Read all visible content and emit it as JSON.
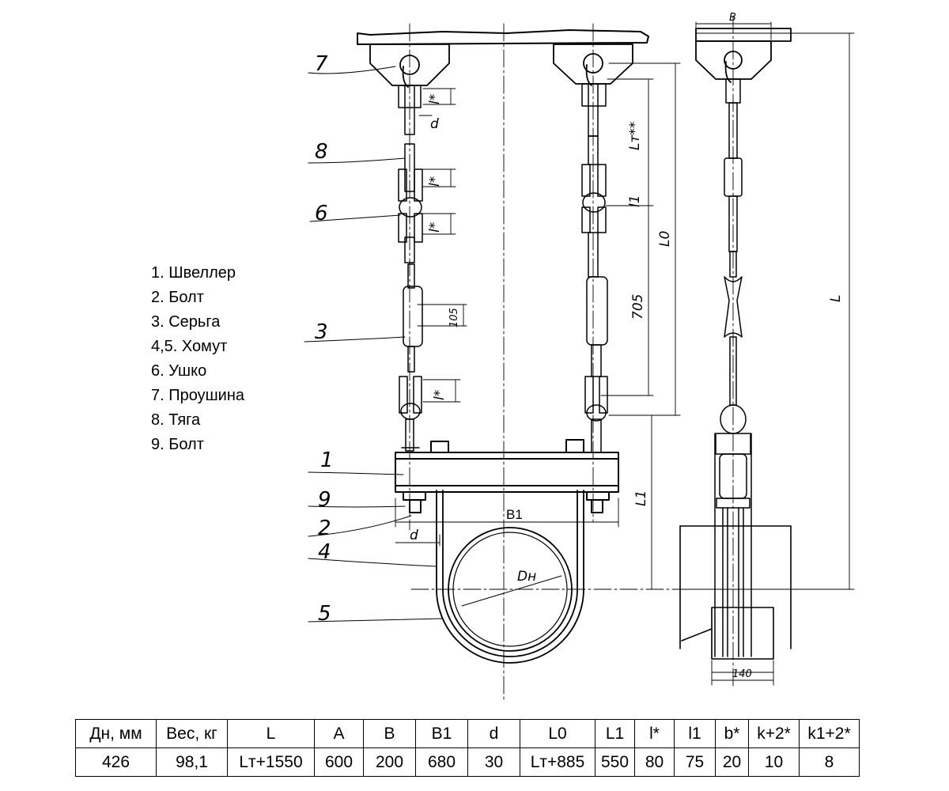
{
  "legend": [
    "1. Швеллер",
    "2. Болт",
    "3. Серьга",
    "4,5. Хомут",
    "6. Ушко",
    "7. Проушина",
    "8. Тяга",
    "9. Болт"
  ],
  "callouts": {
    "c1": "1",
    "c2": "2",
    "c3": "3",
    "c4": "4",
    "c5": "5",
    "c6": "6",
    "c7": "7",
    "c8": "8",
    "c9": "9"
  },
  "dims": {
    "l_star": "l*",
    "d": "d",
    "lt_2star": "Lт**",
    "l1_small": "l1",
    "l0": "L0",
    "d705": "705",
    "d105": "105",
    "L": "L",
    "L1": "L1",
    "B": "B",
    "B1": "B1",
    "Dn": "Dн",
    "d140": "140"
  },
  "table": {
    "headers": [
      "Дн, мм",
      "Вес, кг",
      "L",
      "A",
      "B",
      "B1",
      "d",
      "L0",
      "L1",
      "l*",
      "l1",
      "b*",
      "k+2*",
      "k1+2*"
    ],
    "values": [
      "426",
      "98,1",
      "Lт+1550",
      "600",
      "200",
      "680",
      "30",
      "Lт+885",
      "550",
      "80",
      "75",
      "20",
      "10",
      "8"
    ]
  },
  "colors": {
    "ink": "#000000",
    "paper": "#ffffff"
  }
}
